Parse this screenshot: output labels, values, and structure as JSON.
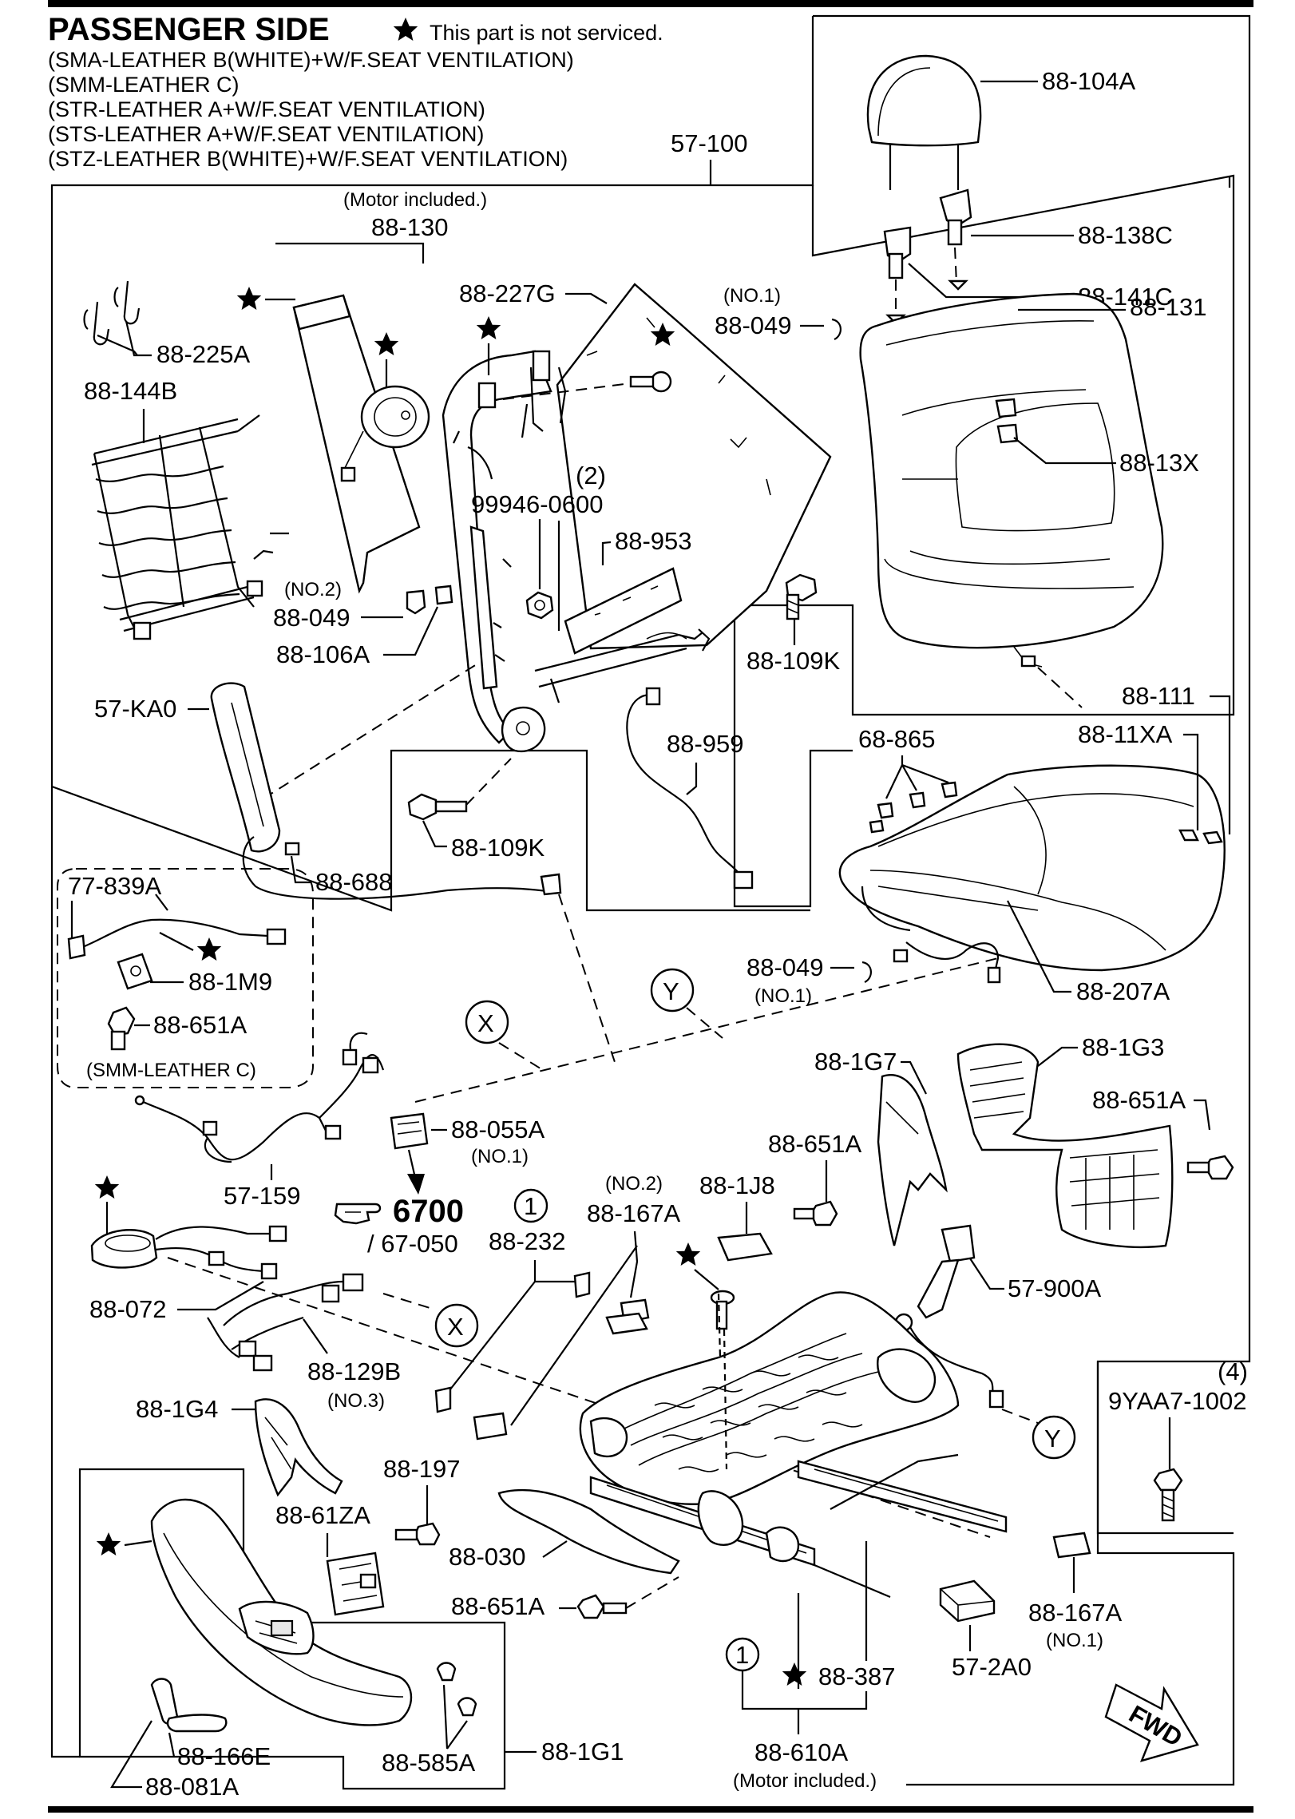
{
  "header": {
    "title": "PASSENGER SIDE",
    "star_note": "This part is not serviced.",
    "trims": [
      "(SMA-LEATHER B(WHITE)+W/F.SEAT VENTILATION)",
      "(SMM-LEATHER C)",
      "(STR-LEATHER A+W/F.SEAT VENTILATION)",
      "(STS-LEATHER A+W/F.SEAT VENTILATION)",
      "(STZ-LEATHER B(WHITE)+W/F.SEAT VENTILATION)"
    ]
  },
  "labels": {
    "l57_100": "57-100",
    "motor_included_top": "(Motor included.)",
    "l88_130": "88-130",
    "l88_104a": "88-104A",
    "l88_138c": "88-138C",
    "l88_141c": "88-141C",
    "l88_227g": "88-227G",
    "no1_a": "(NO.1)",
    "l88_049_a": "88-049",
    "l88_225a": "88-225A",
    "l88_144b": "88-144B",
    "l88_131": "88-131",
    "l88_13x": "88-13X",
    "qty2": "(2)",
    "l99946": "99946-0600",
    "l88_953": "88-953",
    "no2_a": "(NO.2)",
    "l88_049_b": "88-049",
    "l88_106a": "88-106A",
    "l88_109k_a": "88-109K",
    "l57_ka0": "57-KA0",
    "l88_959": "88-959",
    "l88_111": "88-111",
    "l68_865": "68-865",
    "l88_11xa": "88-11XA",
    "l88_109k_b": "88-109K",
    "l88_688": "88-688",
    "l77_839a": "77-839A",
    "l88_1m9": "88-1M9",
    "l88_651a_a": "88-651A",
    "smm_note": "(SMM-LEATHER C)",
    "l88_049_c": "88-049",
    "no1_b": "(NO.1)",
    "l88_207a": "88-207A",
    "x_a": "X",
    "y_a": "Y",
    "l88_1g7": "88-1G7",
    "l88_1g3": "88-1G3",
    "l88_651a_b": "88-651A",
    "l88_055a": "88-055A",
    "no1_c": "(NO.1)",
    "l57_159": "57-159",
    "ref_6700": "6700",
    "ref_67050": "/ 67-050",
    "l88_651a_c": "88-651A",
    "one_a": "1",
    "l88_232": "88-232",
    "no2_b": "(NO.2)",
    "l88_167a_a": "88-167A",
    "l88_1j8": "88-1J8",
    "l57_900a": "57-900A",
    "l88_072": "88-072",
    "x_b": "X",
    "l88_129b": "88-129B",
    "no3": "(NO.3)",
    "l88_1g4": "88-1G4",
    "qty4": "(4)",
    "l9yaa7": "9YAA7-1002",
    "y_b": "Y",
    "l88_197": "88-197",
    "l88_61za": "88-61ZA",
    "l88_030": "88-030",
    "l88_651a_d": "88-651A",
    "l88_167a_b": "88-167A",
    "no1_d": "(NO.1)",
    "one_b": "1",
    "l88_387": "88-387",
    "l57_2a0": "57-2A0",
    "l88_166e": "88-166E",
    "l88_081a": "88-081A",
    "l88_585a": "88-585A",
    "l88_1g1": "88-1G1",
    "l88_610a": "88-610A",
    "motor_included_bottom": "(Motor included.)",
    "fwd": "FWD"
  },
  "icons": [
    "star-icon",
    "hand-pointer-icon",
    "fwd-arrow-icon"
  ]
}
